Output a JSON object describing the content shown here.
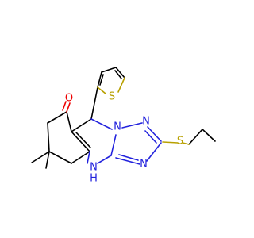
{
  "molecule": {
    "atoms": {
      "S_thiophene": "S",
      "O_ketone": "O",
      "N_1": "N",
      "N_2": "N",
      "N_3": "N",
      "NH": "N",
      "H": "H",
      "S_thioether": "S"
    },
    "colors": {
      "sulfur": "#b8a000",
      "nitrogen": "#2222dd",
      "oxygen": "#ee0000",
      "carbon": "#000000"
    }
  }
}
